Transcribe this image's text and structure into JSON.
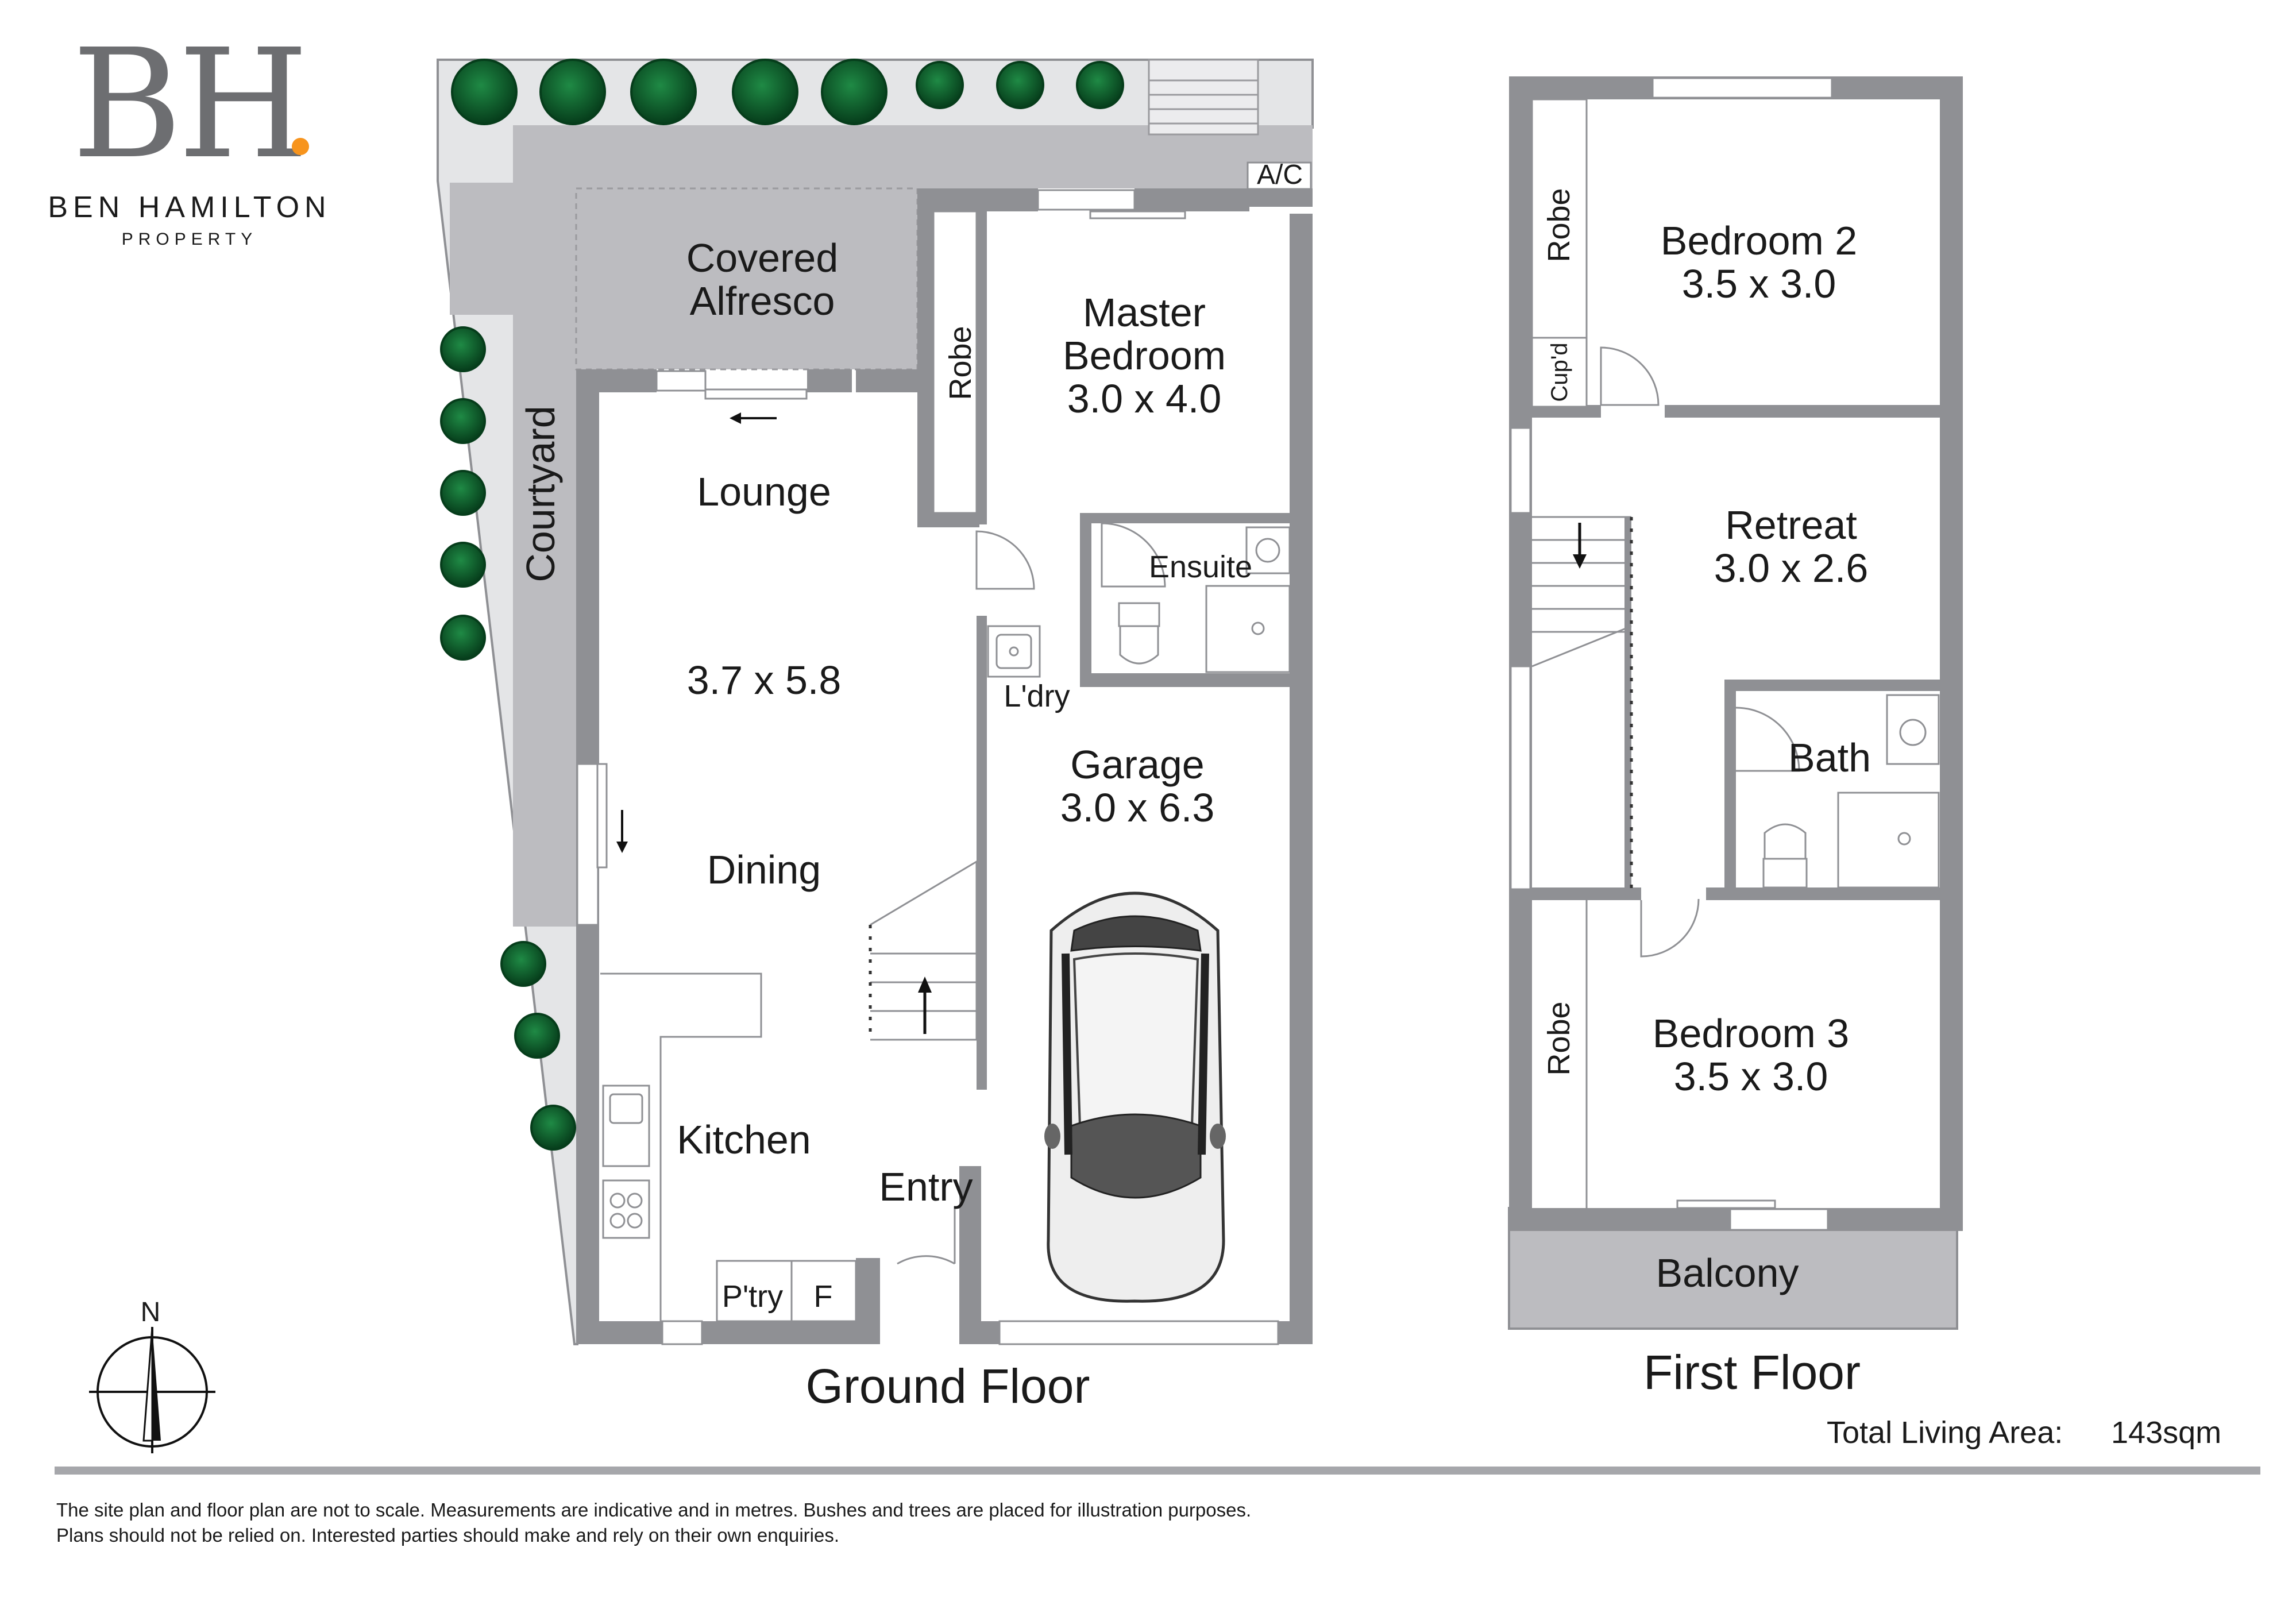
{
  "brand": {
    "monogram": "BH",
    "name": "BEN HAMILTON",
    "tagline": "PROPERTY",
    "dot_color": "#f7941d"
  },
  "ground_floor": {
    "title": "Ground Floor",
    "alfresco_line1": "Covered",
    "alfresco_line2": "Alfresco",
    "courtyard": "Courtyard",
    "master_line1": "Master",
    "master_line2": "Bedroom",
    "master_size": "3.0 x 4.0",
    "robe": "Robe",
    "lounge": "Lounge",
    "lounge_size": "3.7 x 5.8",
    "dining": "Dining",
    "kitchen": "Kitchen",
    "pantry": "P'try",
    "fridge": "F",
    "entry": "Entry",
    "ensuite": "Ensuite",
    "laundry": "L'dry",
    "garage": "Garage",
    "garage_size": "3.0 x 6.3",
    "ac": "A/C"
  },
  "first_floor": {
    "title": "First Floor",
    "bed2": "Bedroom 2",
    "bed2_size": "3.5 x 3.0",
    "robe1": "Robe",
    "cupboard": "Cup'd",
    "retreat": "Retreat",
    "retreat_size": "3.0 x 2.6",
    "bath": "Bath",
    "bed3": "Bedroom 3",
    "bed3_size": "3.5 x 3.0",
    "robe2": "Robe",
    "balcony": "Balcony"
  },
  "total_area": {
    "label": "Total Living Area:",
    "value": "143sqm"
  },
  "compass": {
    "north": "N"
  },
  "disclaimer": {
    "line1": "The site plan and floor plan are not to scale. Measurements are indicative and in metres. Bushes and trees are placed for illustration purposes.",
    "line2": "Plans should not be relied on. Interested parties should make and rely on their own enquiries."
  },
  "colors": {
    "wall": "#8f9094",
    "paving": "#bcbcc0",
    "lawn": "#e4e5e7",
    "balcony": "#bcbcc0",
    "tree": "#0a5a2a",
    "accent": "#f7941d"
  }
}
